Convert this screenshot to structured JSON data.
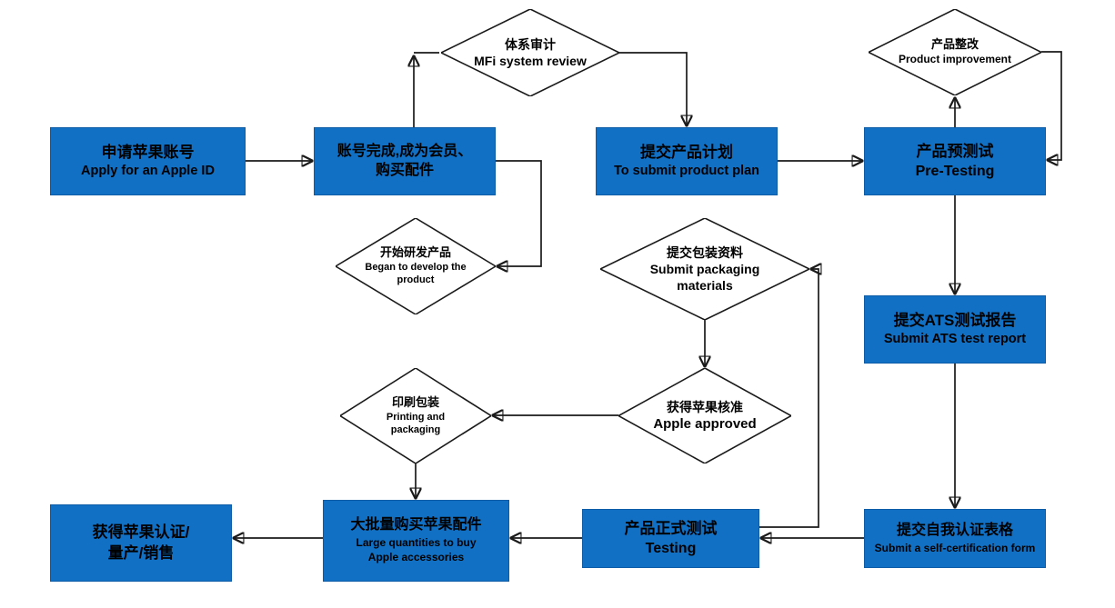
{
  "diagram_title": "MFi certification process flowchart",
  "colors": {
    "node_fill": "#1170C4",
    "node_border": "#0C5CA8",
    "diamond_fill": "#FFFFFF",
    "line": "#1A1A1A",
    "text": "#000000",
    "background": "#FFFFFF"
  },
  "nodes": {
    "apply_apple_id": {
      "zh": "申请苹果账号",
      "en": "Apply for an Apple ID"
    },
    "account_complete": {
      "zh": "账号完成,成为会员、",
      "zh2": "购买配件"
    },
    "mfi_system_review": {
      "zh": "体系审计",
      "en": "MFi system review"
    },
    "submit_product_plan": {
      "zh": "提交产品计划",
      "en": "To submit product plan"
    },
    "pre_testing": {
      "zh": "产品预测试",
      "en": "Pre-Testing"
    },
    "product_improvement": {
      "zh": "产品整改",
      "en": "Product improvement"
    },
    "develop_product": {
      "zh": "开始研发产品",
      "en": "Began to develop the",
      "en2": "product"
    },
    "submit_packaging": {
      "zh": "提交包装资料",
      "en": "Submit packaging",
      "en2": "materials"
    },
    "submit_ats_report": {
      "zh": "提交ATS测试报告",
      "en": "Submit ATS test report"
    },
    "printing_packaging": {
      "zh": "印刷包装",
      "en": "Printing and",
      "en2": "packaging"
    },
    "apple_approved": {
      "zh": "获得苹果核准",
      "en": "Apple approved"
    },
    "submit_self_cert": {
      "zh": "提交自我认证表格",
      "en": "Submit a self-certification form"
    },
    "formal_testing": {
      "zh": "产品正式测试",
      "en": "Testing"
    },
    "buy_accessories": {
      "zh": "大批量购买苹果配件",
      "en": "Large quantities to buy",
      "en2": "Apple accessories"
    },
    "get_certified": {
      "zh": "获得苹果认证/",
      "zh2": "量产/销售"
    }
  }
}
